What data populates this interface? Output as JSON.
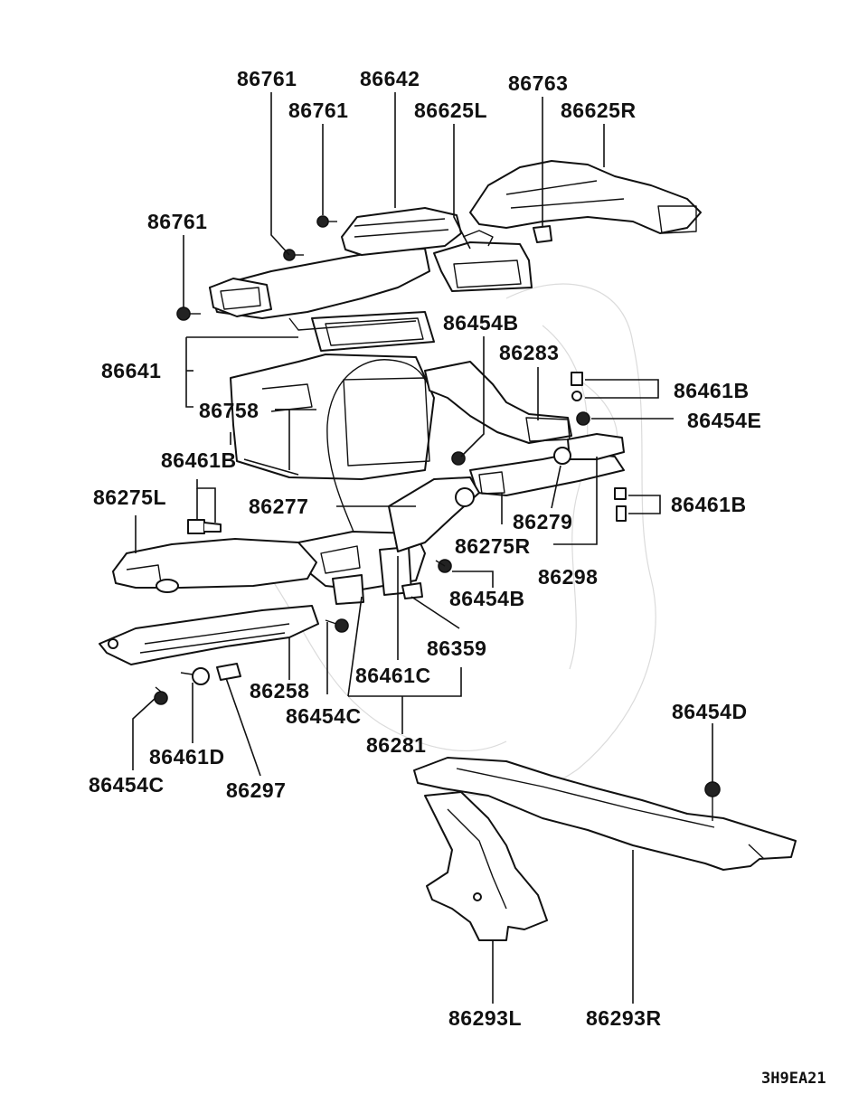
{
  "diagram": {
    "labels": {
      "p86761a": "86761",
      "p86642": "86642",
      "p86763": "86763",
      "p86761b": "86761",
      "p86625L": "86625L",
      "p86625R": "86625R",
      "p86761c": "86761",
      "p86454B_top": "86454B",
      "p86283": "86283",
      "p86641": "86641",
      "p86461B_r1": "86461B",
      "p86454E": "86454E",
      "p86758": "86758",
      "p86461B_left": "86461B",
      "p86275L": "86275L",
      "p86277": "86277",
      "p86461B_r2": "86461B",
      "p86279": "86279",
      "p86275R": "86275R",
      "p86298": "86298",
      "p86454B_bot": "86454B",
      "p86359": "86359",
      "p86461C": "86461C",
      "p86258": "86258",
      "p86454C_mid": "86454C",
      "p86281": "86281",
      "p86454D": "86454D",
      "p86461D": "86461D",
      "p86454C_bot": "86454C",
      "p86297": "86297",
      "p86293L": "86293L",
      "p86293R": "86293R"
    },
    "figure_code": "3H9EA21"
  }
}
